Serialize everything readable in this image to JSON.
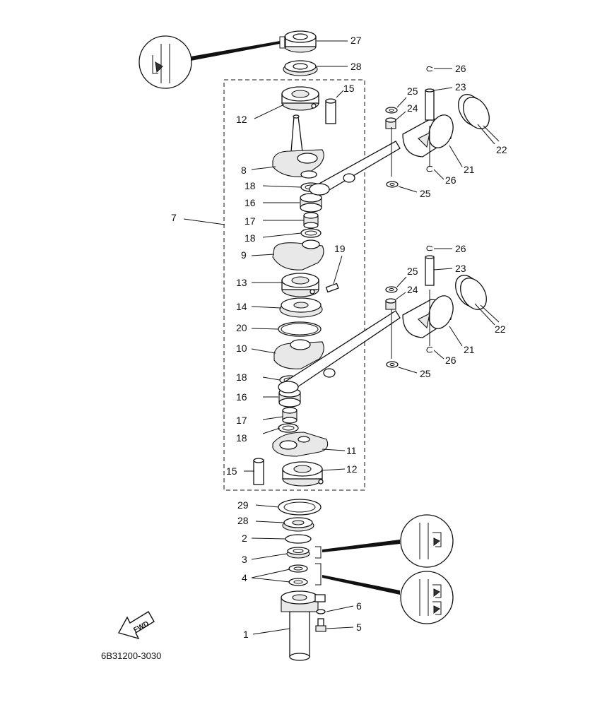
{
  "diagram": {
    "part_code": "6B31200-3030",
    "fwd_label": "FWD",
    "callouts": {
      "c27": "27",
      "c28a": "28",
      "c15a": "15",
      "c12a": "12",
      "c8": "8",
      "c7": "7",
      "c18a": "18",
      "c16a": "16",
      "c17a": "17",
      "c18b": "18",
      "c9": "9",
      "c19": "19",
      "c13": "13",
      "c14": "14",
      "c20": "20",
      "c10": "10",
      "c18c": "18",
      "c16b": "16",
      "c17b": "17",
      "c18d": "18",
      "c11": "11",
      "c15b": "15",
      "c12b": "12",
      "c26a": "26",
      "c25a": "25",
      "c23a": "23",
      "c24a": "24",
      "c22a": "22",
      "c21a": "21",
      "c26b": "26",
      "c25b": "25",
      "c26c": "26",
      "c25c": "25",
      "c23b": "23",
      "c24b": "24",
      "c22b": "22",
      "c21b": "21",
      "c26d": "26",
      "c25d": "25",
      "c29": "29",
      "c28b": "28",
      "c2": "2",
      "c3": "3",
      "c4": "4",
      "c6": "6",
      "c5": "5",
      "c1": "1"
    }
  }
}
